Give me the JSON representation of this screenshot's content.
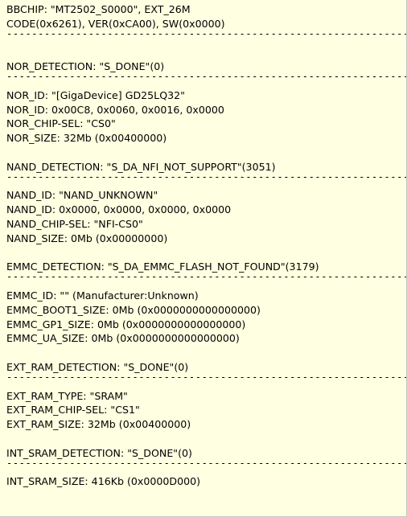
{
  "bbchip": {
    "line1": "BBCHIP: \"MT2502_S0000\", EXT_26M",
    "line2": "CODE(0x6261), VER(0xCA00), SW(0x0000)"
  },
  "separator": "------------------------------------------------------------------------",
  "nor_detection": "NOR_DETECTION: \"S_DONE\"(0)",
  "nor": {
    "id_name": "NOR_ID: \"[GigaDevice] GD25LQ32\"",
    "id_hex": "NOR_ID: 0x00C8, 0x0060, 0x0016, 0x0000",
    "chip_sel": "NOR_CHIP-SEL: \"CS0\"",
    "size": "NOR_SIZE: 32Mb (0x00400000)"
  },
  "nand_detection": "NAND_DETECTION: \"S_DA_NFI_NOT_SUPPORT\"(3051)",
  "nand": {
    "id_name": "NAND_ID: \"NAND_UNKNOWN\"",
    "id_hex": "NAND_ID: 0x0000, 0x0000, 0x0000, 0x0000",
    "chip_sel": "NAND_CHIP-SEL: \"NFI-CS0\"",
    "size": "NAND_SIZE: 0Mb (0x00000000)"
  },
  "emmc_detection": "EMMC_DETECTION: \"S_DA_EMMC_FLASH_NOT_FOUND\"(3179)",
  "emmc": {
    "id": "EMMC_ID: \"\" (Manufacturer:Unknown)",
    "boot1_size": "EMMC_BOOT1_SIZE: 0Mb (0x0000000000000000)",
    "gp1_size": "EMMC_GP1_SIZE: 0Mb (0x0000000000000000)",
    "ua_size": "EMMC_UA_SIZE: 0Mb (0x0000000000000000)"
  },
  "ext_ram_detection": "EXT_RAM_DETECTION: \"S_DONE\"(0)",
  "ext_ram": {
    "type": "EXT_RAM_TYPE: \"SRAM\"",
    "chip_sel": "EXT_RAM_CHIP-SEL: \"CS1\"",
    "size": "EXT_RAM_SIZE: 32Mb (0x00400000)"
  },
  "int_sram_detection": "INT_SRAM_DETECTION: \"S_DONE\"(0)",
  "int_sram": {
    "size": "INT_SRAM_SIZE: 416Kb (0x0000D000)"
  }
}
